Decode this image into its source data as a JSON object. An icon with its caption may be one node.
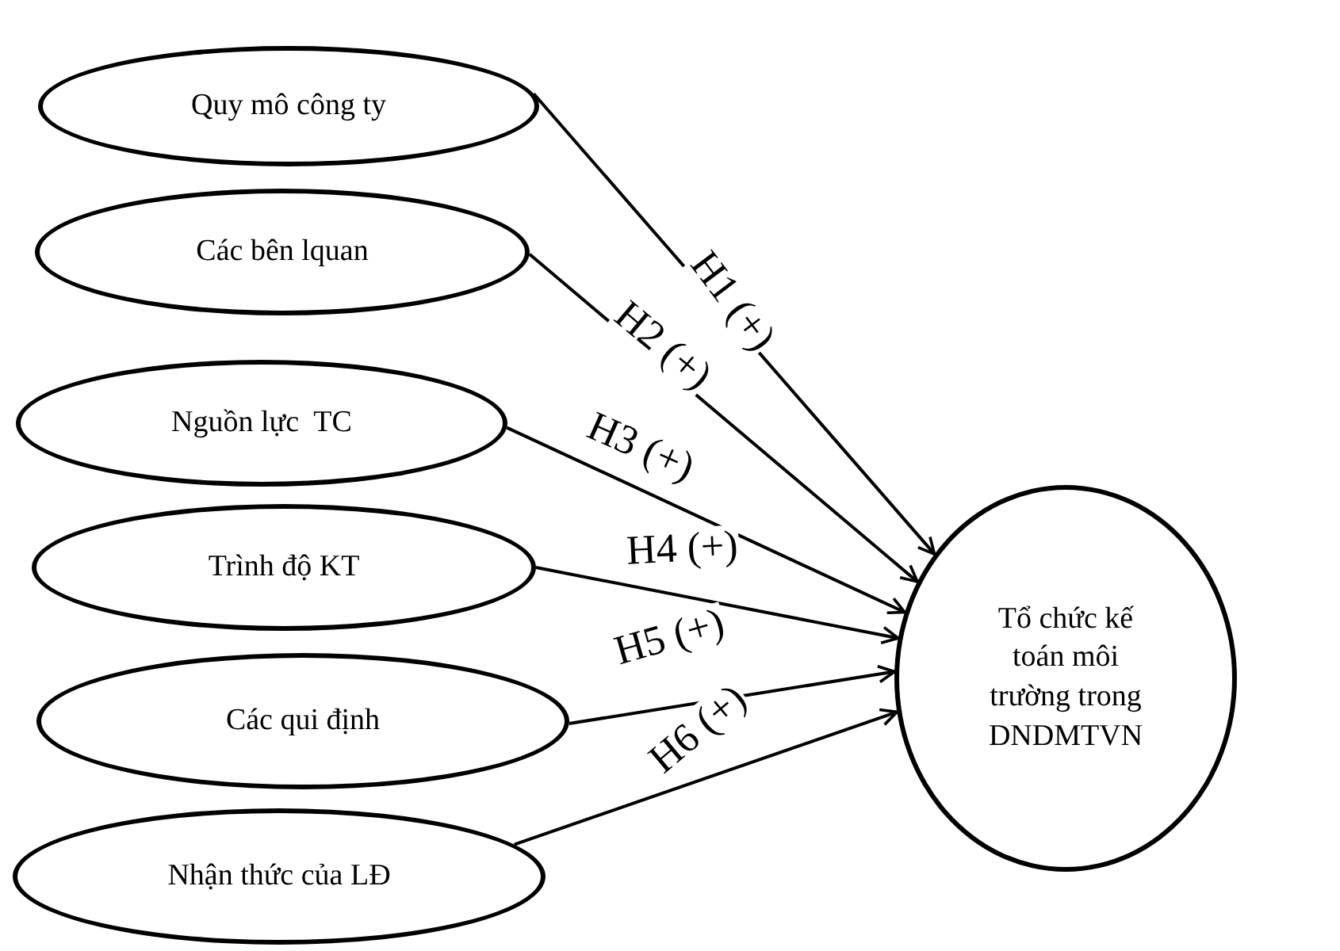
{
  "diagram": {
    "nodes": [
      {
        "text": [
          "Quy mô công ty"
        ]
      },
      {
        "text": [
          "Các bên lquan"
        ]
      },
      {
        "text": [
          "Nguồn lực  TC"
        ]
      },
      {
        "text": [
          "Trình độ KT"
        ]
      },
      {
        "text": [
          "Các qui định"
        ]
      },
      {
        "text": [
          "Nhận thức của LĐ"
        ]
      },
      {
        "text": [
          "Tổ chức kế toán môi trường trong DNDMTVN"
        ]
      }
    ],
    "edges": [
      {
        "from": 0,
        "to": 6,
        "arrow": "to",
        "label": "H1 (+)"
      },
      {
        "from": 1,
        "to": 6,
        "arrow": "to",
        "label": "H2 (+)"
      },
      {
        "from": 2,
        "to": 6,
        "arrow": "to",
        "label": "H3 (+)"
      },
      {
        "from": 3,
        "to": 6,
        "arrow": "to",
        "label": "H4 (+)"
      },
      {
        "from": 4,
        "to": 6,
        "arrow": "to",
        "label": "H5 (+)"
      },
      {
        "from": 5,
        "to": 6,
        "arrow": "to",
        "label": "H6 (+)"
      }
    ]
  }
}
